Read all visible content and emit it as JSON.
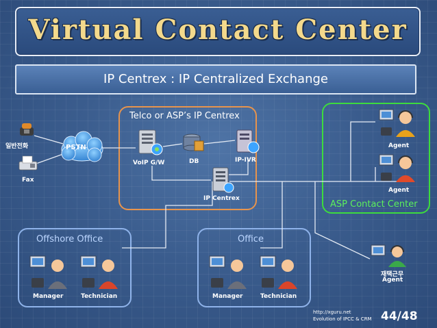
{
  "title": "Virtual Contact Center",
  "subtitle": "IP Centrex : IP Centralized Exchange",
  "regions": {
    "telco": "Telco or ASP’s IP Centrex",
    "asp": "ASP Contact Center",
    "offshore": "Offshore Office",
    "office": "Office"
  },
  "nodes": {
    "phone": "일반전화",
    "fax": "Fax",
    "pstn": "PSTN",
    "voip": "VoIP G/W",
    "db": "DB",
    "ipivr": "IP-IVR",
    "centrex": "IP Centrex",
    "agent1": "Agent",
    "agent2": "Agent",
    "home_agent_line1": "재택근무",
    "home_agent_line2": "Agent",
    "offshore_manager": "Manager",
    "offshore_technician": "Technician",
    "office_manager": "Manager",
    "office_technician": "Technician"
  },
  "footer": {
    "url": "http://xguru.net",
    "source": "Evolution of IPCC & CRM",
    "page": "44/48"
  },
  "colors": {
    "title_text": "#f3d98c",
    "telco_border": "#e8944c",
    "asp_border": "#3ddc3d",
    "office_border": "#8fb3ea",
    "asp_label": "#5cf05c",
    "telco_label": "#ffffff",
    "office_label": "#bcd6ff"
  }
}
